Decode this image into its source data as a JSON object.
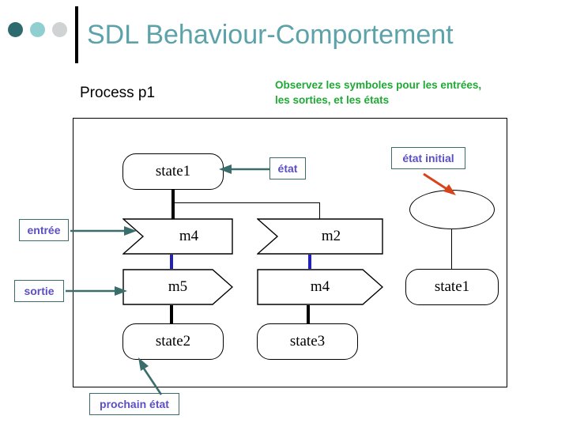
{
  "header": {
    "title": "SDL Behaviour-Comportement",
    "bullets": [
      "bullet-dark",
      "bullet-mid",
      "bullet-light"
    ],
    "bullet_colors": [
      "#2d6b6f",
      "#8fcfd1",
      "#cfd3d4"
    ],
    "title_color": "#5ba3a8"
  },
  "subtitle": {
    "process_label": "Process p1",
    "note": "Observez les symboles pour les entrées, les sorties, et les états",
    "note_line1": "Observez les symboles pour les entrées,",
    "note_line2": "les sorties, et les états",
    "note_color": "#1faa35"
  },
  "diagram": {
    "column1": {
      "state_top": "state1",
      "input": "m4",
      "output": "m5",
      "state_bottom": "state2"
    },
    "column2": {
      "input": "m2",
      "output": "m4",
      "state_bottom": "state3"
    },
    "column3": {
      "start_symbol": "",
      "state": "state1"
    }
  },
  "callouts": {
    "etat": "état",
    "etat_initial": "état initial",
    "entree": "entrée",
    "sortie": "sortie",
    "prochain_etat": "prochain état",
    "text_color": "#5b4fc4",
    "border_color": "#3c6d6d",
    "arrow_teal": "#3c6d6d",
    "arrow_orange": "#d8431a"
  }
}
